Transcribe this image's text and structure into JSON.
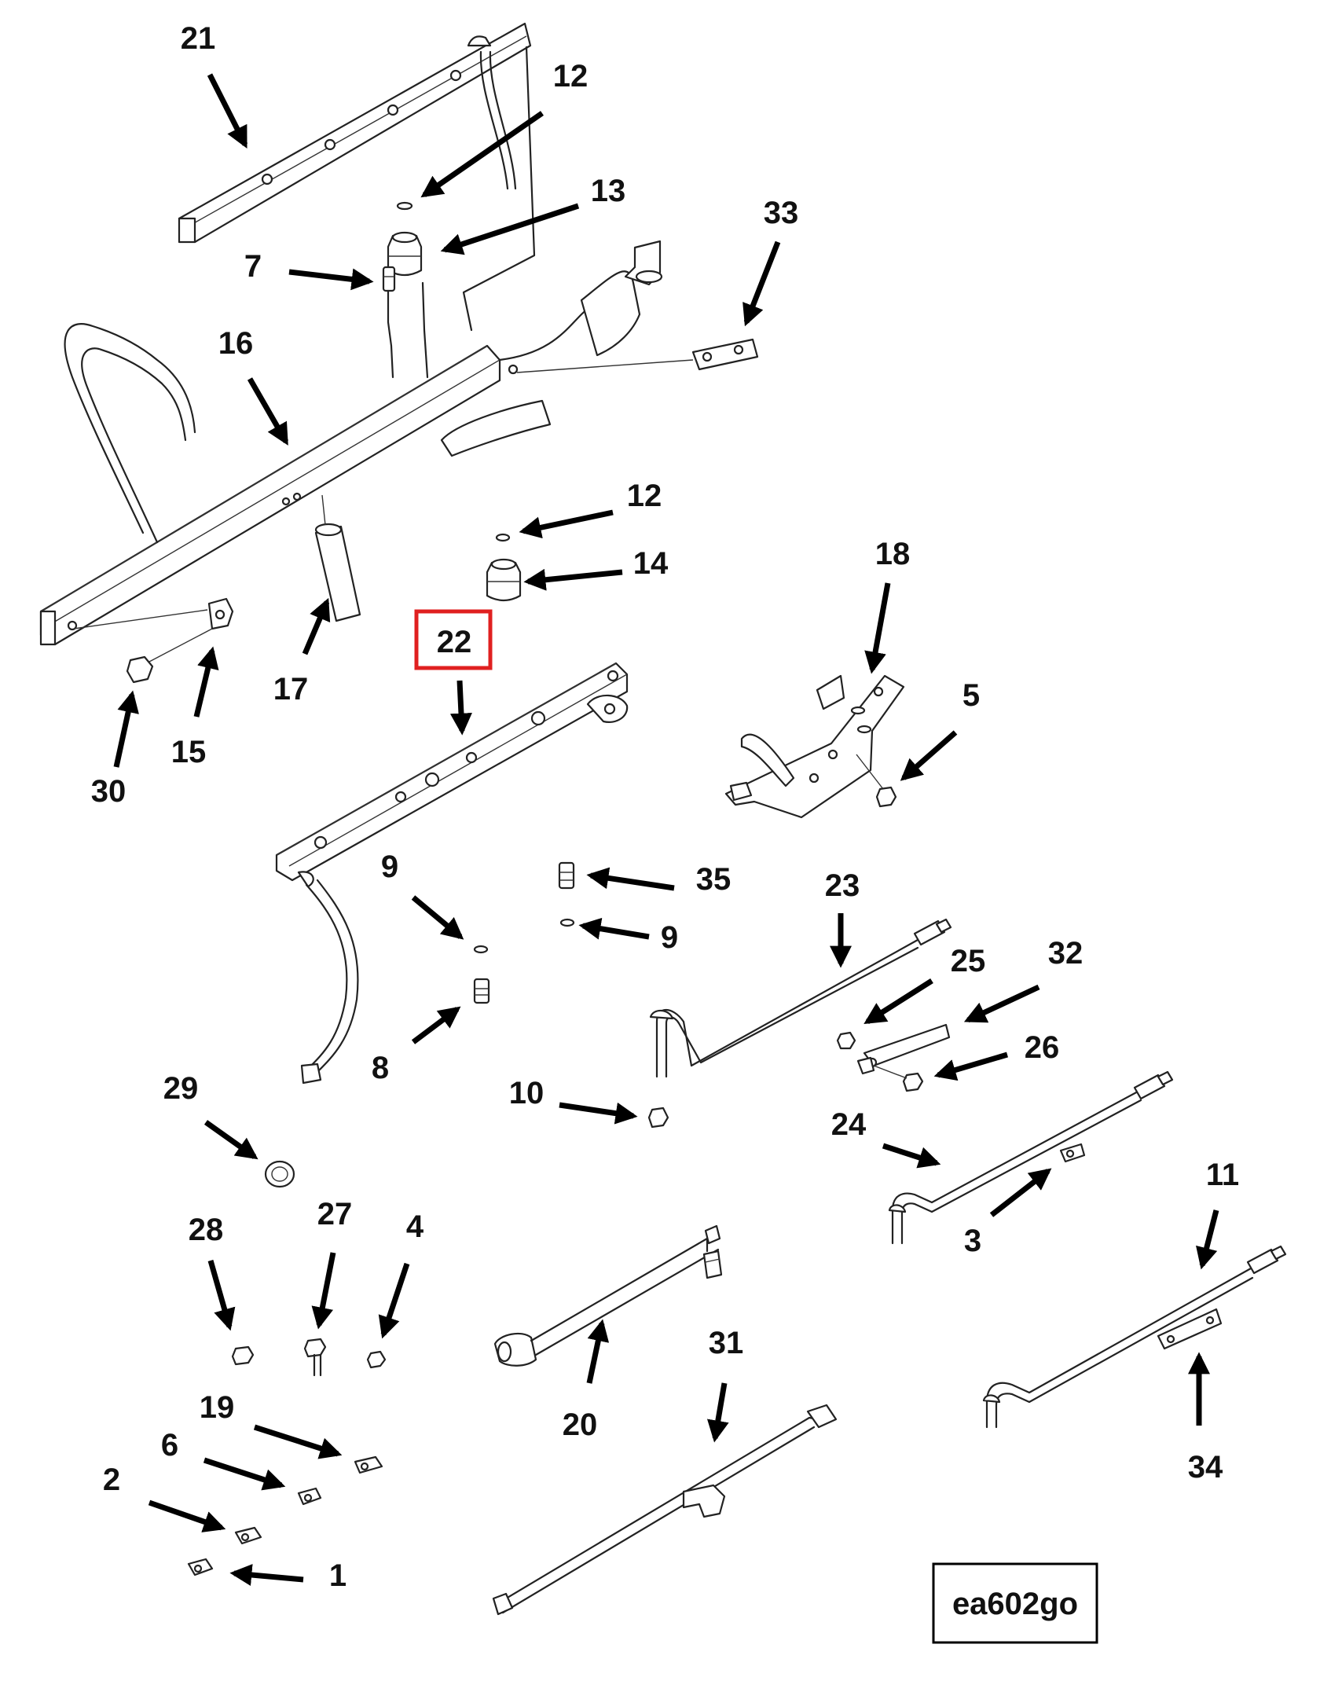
{
  "figure_code": "ea602go",
  "highlight_color": "#e02020",
  "callouts": [
    {
      "id": "c21",
      "text": "21"
    },
    {
      "id": "c12a",
      "text": "12"
    },
    {
      "id": "c13",
      "text": "13"
    },
    {
      "id": "c33",
      "text": "33"
    },
    {
      "id": "c7",
      "text": "7"
    },
    {
      "id": "c16",
      "text": "16"
    },
    {
      "id": "c12b",
      "text": "12"
    },
    {
      "id": "c14",
      "text": "14"
    },
    {
      "id": "c18",
      "text": "18"
    },
    {
      "id": "c22",
      "text": "22",
      "highlighted": true
    },
    {
      "id": "c17",
      "text": "17"
    },
    {
      "id": "c15",
      "text": "15"
    },
    {
      "id": "c30",
      "text": "30"
    },
    {
      "id": "c5",
      "text": "5"
    },
    {
      "id": "c9a",
      "text": "9"
    },
    {
      "id": "c35",
      "text": "35"
    },
    {
      "id": "c9b",
      "text": "9"
    },
    {
      "id": "c23",
      "text": "23"
    },
    {
      "id": "c25",
      "text": "25"
    },
    {
      "id": "c32",
      "text": "32"
    },
    {
      "id": "c26",
      "text": "26"
    },
    {
      "id": "c8",
      "text": "8"
    },
    {
      "id": "c10",
      "text": "10"
    },
    {
      "id": "c29",
      "text": "29"
    },
    {
      "id": "c24",
      "text": "24"
    },
    {
      "id": "c3",
      "text": "3"
    },
    {
      "id": "c11",
      "text": "11"
    },
    {
      "id": "c28",
      "text": "28"
    },
    {
      "id": "c27",
      "text": "27"
    },
    {
      "id": "c4",
      "text": "4"
    },
    {
      "id": "c20",
      "text": "20"
    },
    {
      "id": "c31",
      "text": "31"
    },
    {
      "id": "c19",
      "text": "19"
    },
    {
      "id": "c6",
      "text": "6"
    },
    {
      "id": "c2",
      "text": "2"
    },
    {
      "id": "c1",
      "text": "1"
    },
    {
      "id": "c34",
      "text": "34"
    }
  ]
}
